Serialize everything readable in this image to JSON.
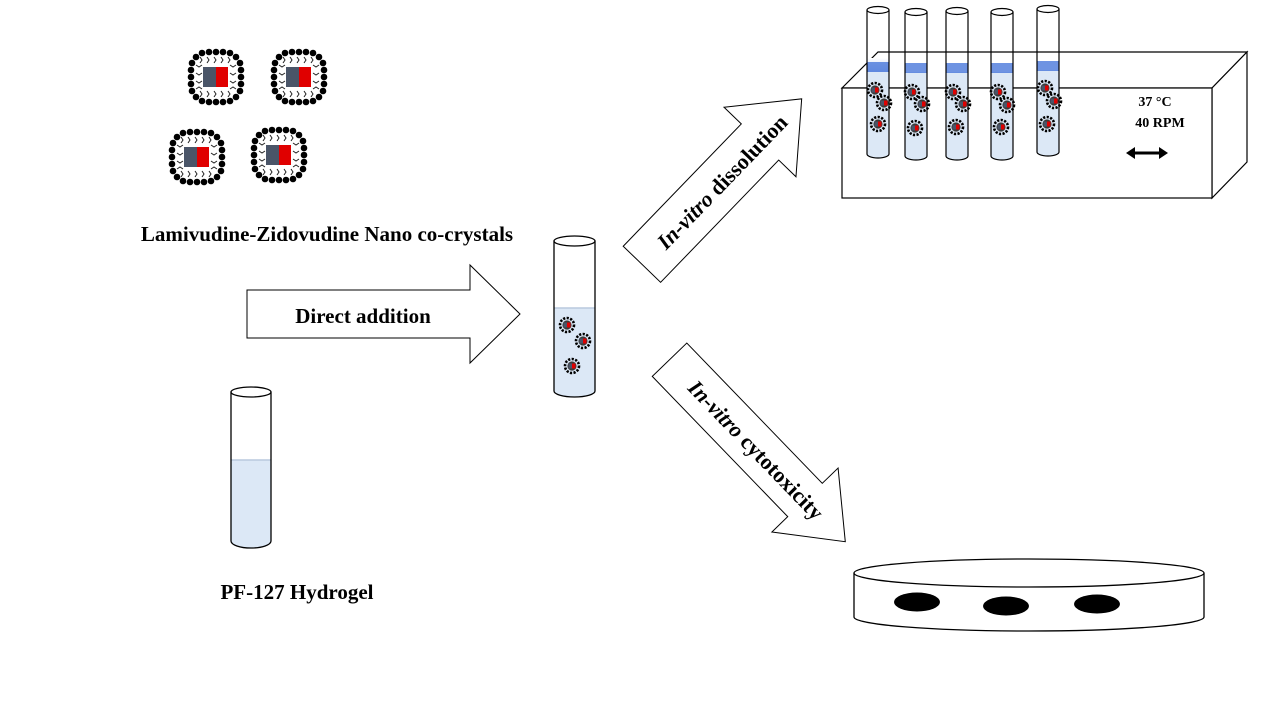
{
  "labels": {
    "nanocrystals": "Lamivudine-Zidovudine  Nano co-crystals",
    "direct_addition": "Direct addition",
    "hydrogel": "PF-127 Hydrogel",
    "dissolution_italic": "In-vitro",
    "dissolution_rest": " dissolution",
    "cytotoxicity_italic": "In-vitro",
    "cytotoxicity_rest": " cytotoxicity",
    "temperature": "37 °C",
    "speed": "40 RPM"
  },
  "colors": {
    "drug_gray": "#4a5568",
    "drug_red": "#e00000",
    "liquid": "#dce8f6",
    "liquid_band": "#3e6fd8",
    "outline": "#000000"
  },
  "icons": {
    "shaker_direction": "double-arrow-horizontal-icon",
    "particle": "lipid-coated-nanocrystal-icon"
  }
}
